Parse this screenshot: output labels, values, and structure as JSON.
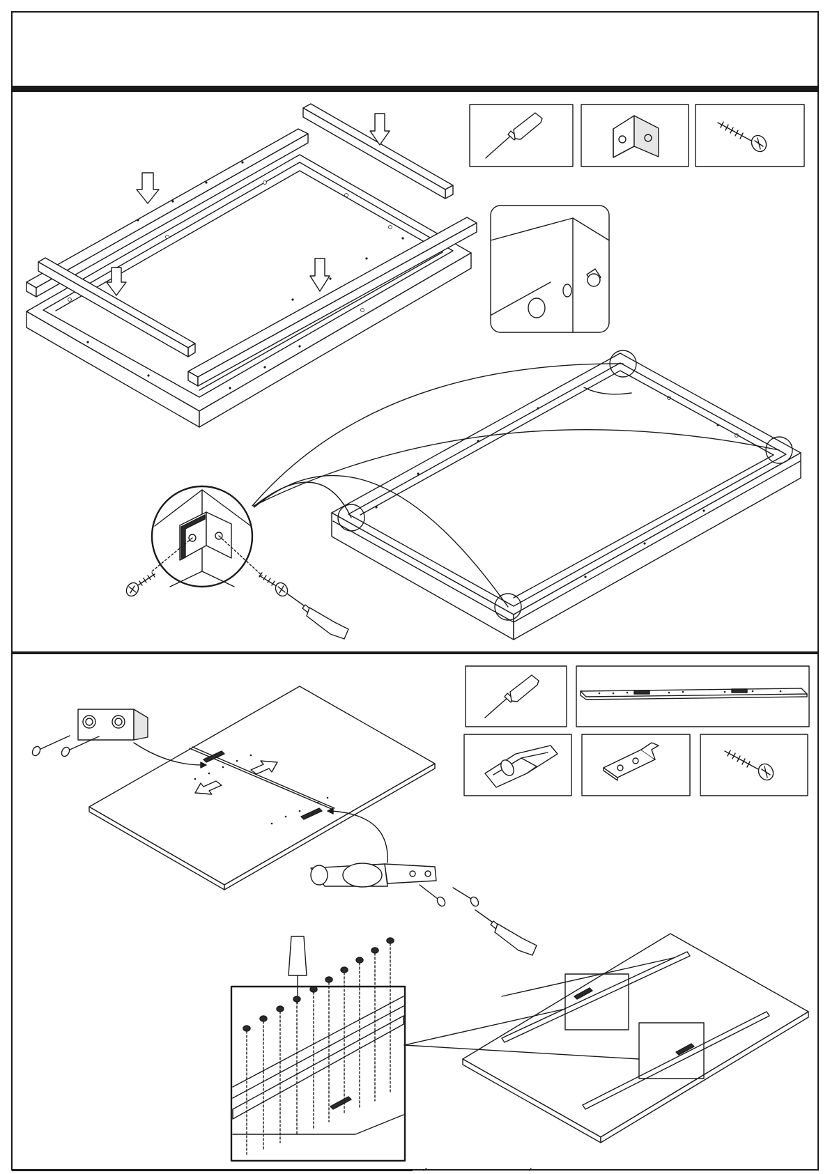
{
  "page": {
    "header_text": "",
    "footer_text": ""
  },
  "colors": {
    "ink": "#1a1a1a",
    "paper": "#ffffff",
    "shade": "#e6e6e6"
  },
  "step1": {
    "hardware": [
      "screwdriver-icon",
      "angle-bracket-icon",
      "wood-screw-icon"
    ],
    "detail_callouts": [
      "bolt-detail",
      "corner-bracket-detail"
    ]
  },
  "step2": {
    "hardware": [
      "screwdriver-icon",
      "drawer-slide-icon",
      "toggle-latch-icon",
      "latch-catch-icon",
      "wood-screw-icon"
    ],
    "detail_callouts": [
      "latch-detail",
      "slide-mounting-detail"
    ]
  }
}
